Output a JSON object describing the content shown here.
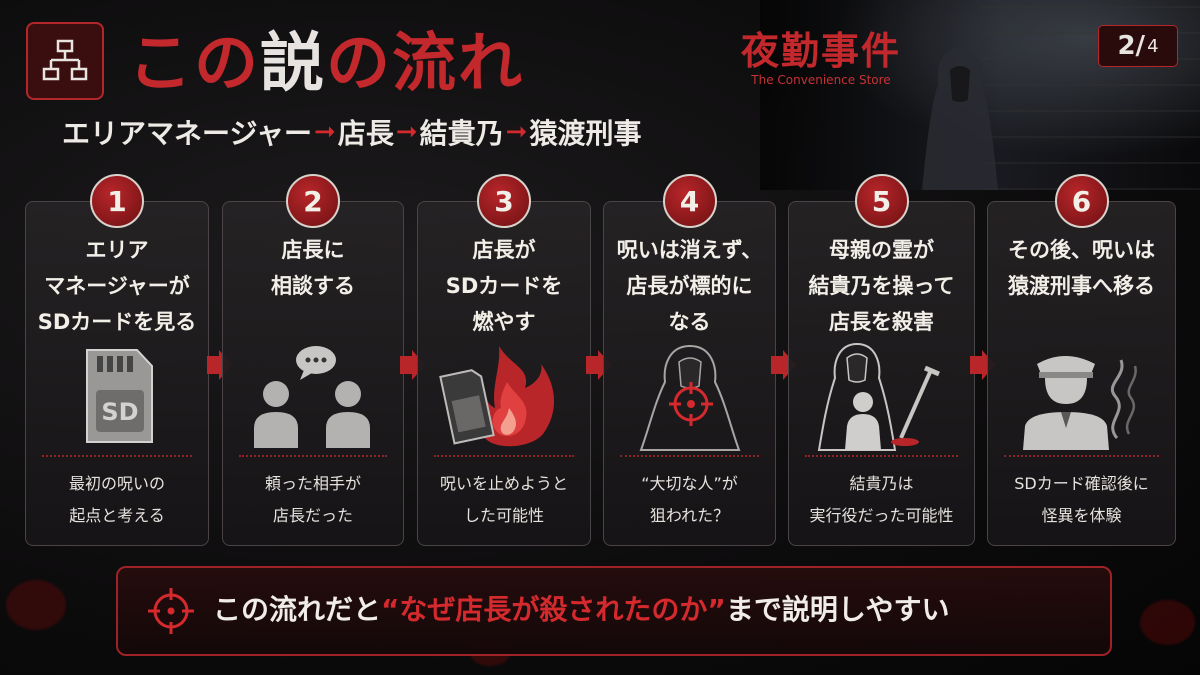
{
  "header": {
    "title_red": "この",
    "title_white": "説",
    "title_red2": "の流れ",
    "brand_title": "夜勤事件",
    "brand_subtitle": "The Convenience Store",
    "page_current": "2/",
    "page_total": "4"
  },
  "chain": [
    "エリアマネージャー",
    "店長",
    "結貴乃",
    "猿渡刑事"
  ],
  "chain_arrow": "➞",
  "steps": [
    {
      "num": "1",
      "title": [
        "エリア",
        "マネージャーが",
        "SDカードを見る"
      ],
      "note": [
        "最初の呪いの",
        "起点と考える"
      ]
    },
    {
      "num": "2",
      "title": [
        "店長に",
        "相談する"
      ],
      "note": [
        "頼った相手が",
        "店長だった"
      ]
    },
    {
      "num": "3",
      "title": [
        "店長が",
        "SDカードを",
        "燃やす"
      ],
      "note": [
        "呪いを止めようと",
        "した可能性"
      ]
    },
    {
      "num": "4",
      "title": [
        "呪いは消えず、",
        "店長が標的に",
        "なる"
      ],
      "note": [
        "“大切な人”が",
        "狙われた？"
      ]
    },
    {
      "num": "5",
      "title": [
        "母親の霊が",
        "結貴乃を操って",
        "店長を殺害"
      ],
      "note": [
        "結貴乃は",
        "実行役だった可能性"
      ]
    },
    {
      "num": "6",
      "title": [
        "その後、呪いは",
        "猿渡刑事へ移る"
      ],
      "note": [
        "SDカード確認後に",
        "怪異を体験"
      ]
    }
  ],
  "sd_label": "SD",
  "bottom": {
    "pre": "この流れだと",
    "highlight": "“なぜ店長が殺されたのか”",
    "post": "まで説明しやすい"
  },
  "colors": {
    "accent": "#c2282c",
    "background": "#0d0c0d",
    "text": "#e8e4e0"
  },
  "icons": [
    "flowchart-icon",
    "sd-card-icon",
    "people-chat-icon",
    "burning-sd-icon",
    "target-ghost-icon",
    "ghost-mother-daughter-icon",
    "officer-smoke-icon",
    "crosshair-icon"
  ]
}
